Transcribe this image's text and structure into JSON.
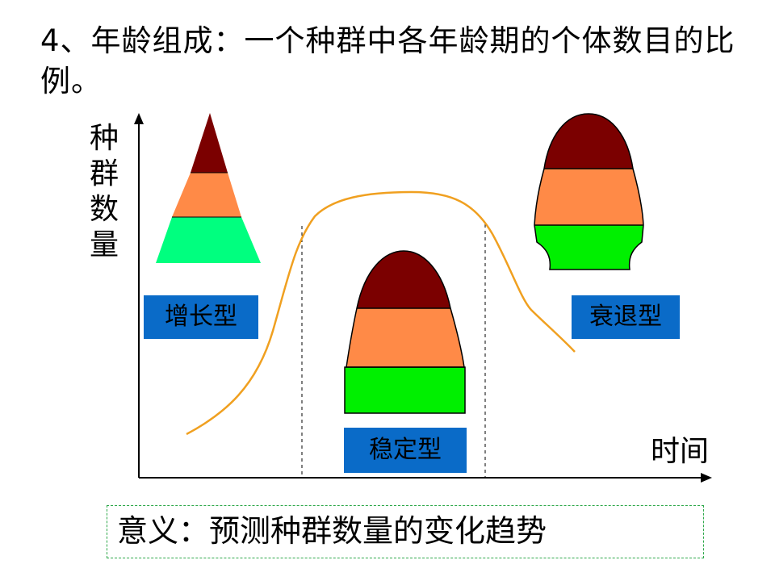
{
  "heading": "4、年龄组成：一个种群中各年龄期的个体数目的比例。",
  "axes": {
    "y_label": "种群数量",
    "x_label": "时间"
  },
  "types": {
    "growth": "增长型",
    "stable": "稳定型",
    "decline": "衰退型"
  },
  "meaning": "意义：预测种群数量的变化趋势",
  "colors": {
    "old_layer": "#7b0000",
    "adult_layer": "#ff8a47",
    "young_layer": "#00ff7f",
    "young_layer_alt": "#00f000",
    "label_box": "#0a6bc8",
    "curve": "#f0a020",
    "meaning_border": "#2ea84a"
  }
}
